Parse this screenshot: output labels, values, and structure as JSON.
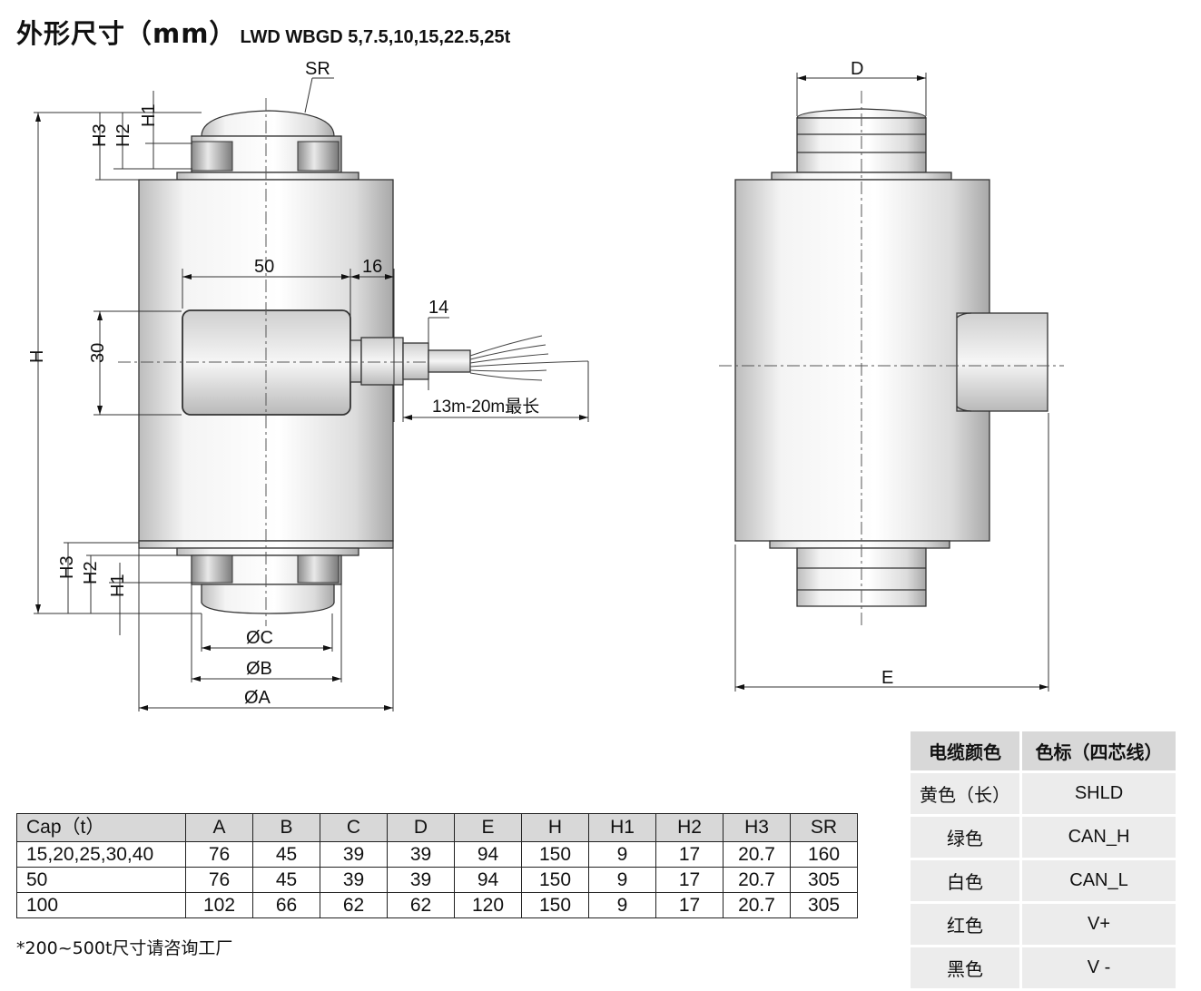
{
  "title": {
    "main": "外形尺寸（mm）",
    "sub": "LWD WBGD 5,7.5,10,15,22.5,25t"
  },
  "drawing_labels": {
    "sr": "SR",
    "h": "H",
    "h1": "H1",
    "h2": "H2",
    "h3": "H3",
    "d": "D",
    "e": "E",
    "dia_a": "ØA",
    "dia_b": "ØB",
    "dia_c": "ØC",
    "dim_50": "50",
    "dim_16": "16",
    "dim_14": "14",
    "dim_30": "30",
    "cable": "13m-20m最长"
  },
  "spec_table": {
    "headers": [
      "Cap（t）",
      "A",
      "B",
      "C",
      "D",
      "E",
      "H",
      "H1",
      "H2",
      "H3",
      "SR"
    ],
    "rows": [
      [
        "15,20,25,30,40",
        "76",
        "45",
        "39",
        "39",
        "94",
        "150",
        "9",
        "17",
        "20.7",
        "160"
      ],
      [
        "50",
        "76",
        "45",
        "39",
        "39",
        "94",
        "150",
        "9",
        "17",
        "20.7",
        "305"
      ],
      [
        "100",
        "102",
        "66",
        "62",
        "62",
        "120",
        "150",
        "9",
        "17",
        "20.7",
        "305"
      ]
    ]
  },
  "note": "*200~500t尺寸请咨询工厂",
  "wire_table": {
    "headers": [
      "电缆颜色",
      "色标（四芯线）"
    ],
    "rows": [
      [
        "黄色（长）",
        "SHLD"
      ],
      [
        "绿色",
        "CAN_H"
      ],
      [
        "白色",
        "CAN_L"
      ],
      [
        "红色",
        "V+"
      ],
      [
        "黑色",
        "V -"
      ]
    ]
  }
}
